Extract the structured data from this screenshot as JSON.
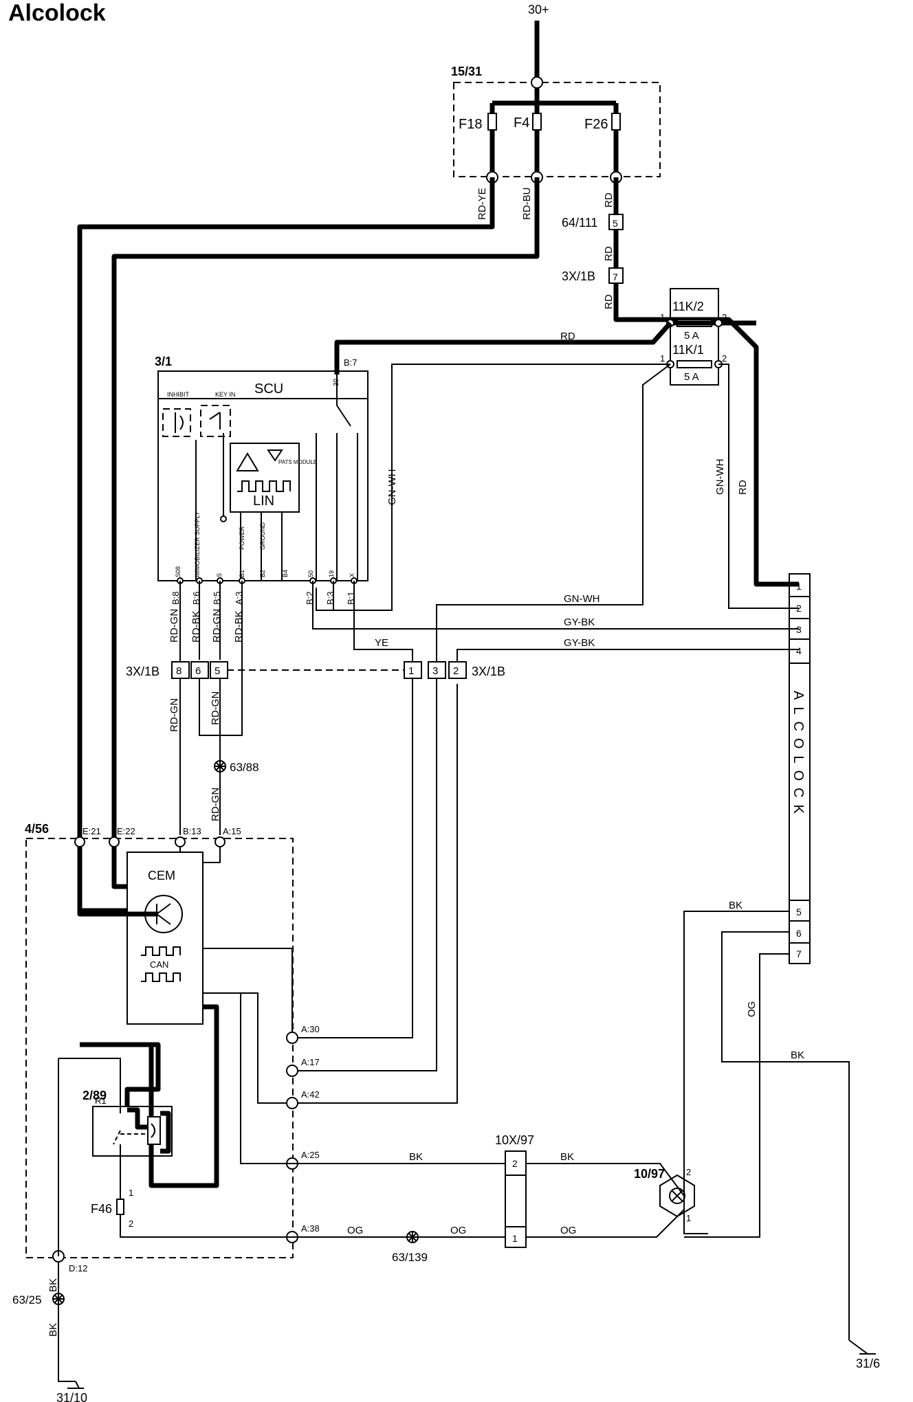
{
  "title": "Alcolock",
  "supply": "30+",
  "fusebox": {
    "id": "15/31",
    "fuses": [
      "F18",
      "F4",
      "F26"
    ]
  },
  "wires": {
    "rd_ye": "RD-YE",
    "rd_bu": "RD-BU",
    "rd": "RD",
    "gn_wh": "GN-WH",
    "gy_bk": "GY-BK",
    "ye": "YE",
    "rd_gn": "RD-GN",
    "rd_bk": "RD-BK",
    "bk": "BK",
    "og": "OG"
  },
  "connectors": {
    "c64_111": "64/111",
    "c3x1b": "3X/1B",
    "c10x97": "10X/97"
  },
  "relays": {
    "k2": "11K/2",
    "k1": "11K/1",
    "rating": "5 A"
  },
  "scu": {
    "id": "3/1",
    "title": "SCU",
    "inhibit": "INHIBIT",
    "key_in": "KEY IN",
    "pats": "PATS MODULE",
    "lin": "LIN",
    "pins_bottom": [
      "B:8",
      "B:6",
      "B:5",
      "A:3",
      "B:2",
      "B:3",
      "B:1"
    ],
    "pin_tags": [
      "S08",
      "IMMOBILIZER SUPPLY",
      "S",
      "B1",
      "B2",
      "B4",
      "50",
      "19",
      "X"
    ],
    "power": "POWER",
    "ground": "GROUND",
    "b7": "B:7",
    "p30": "30"
  },
  "alcolock": {
    "label": "ALCOLOCK",
    "pins": [
      "1",
      "2",
      "3",
      "4",
      "5",
      "6",
      "7"
    ]
  },
  "cem": {
    "id": "4/56",
    "title": "CEM",
    "can": "CAN",
    "pins_top": [
      "E:21",
      "E:22",
      "B:13",
      "A:15"
    ],
    "pins_right": [
      "A:30",
      "A:17",
      "A:42",
      "A:25",
      "A:38"
    ],
    "ground_pin": "D:12"
  },
  "splices": {
    "s63_88": "63/88",
    "s63_139": "63/139",
    "s63_25": "63/25"
  },
  "relay289": {
    "id": "2/89",
    "r": "R1"
  },
  "fuse46": "F46",
  "lamp": "10/97",
  "grounds": [
    "31/10",
    "31/6"
  ],
  "pin_numbers": {
    "n1": "1",
    "n2": "2",
    "n3": "3",
    "n4": "4",
    "n5": "5",
    "n6": "6",
    "n7": "7",
    "n8": "8"
  }
}
